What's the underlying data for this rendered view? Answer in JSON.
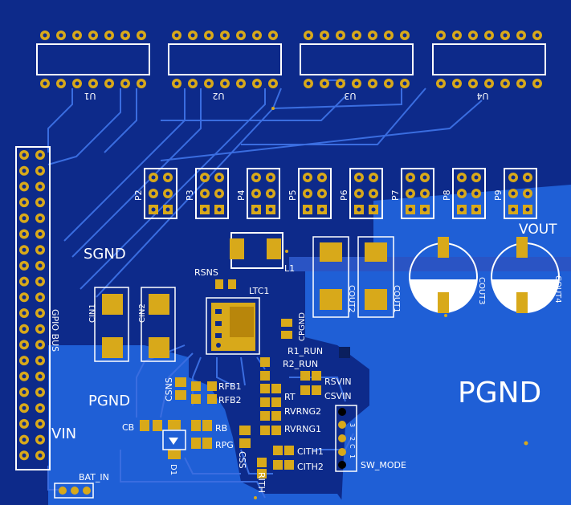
{
  "board": {
    "bg_color": "#0d2a8a",
    "pour_color": "#1f5fd6",
    "trace_color": "#3a6de0",
    "pad_color": "#d8a91a",
    "silk_color": "#ffffff"
  },
  "ics": [
    "U1",
    "U2",
    "U3",
    "U4"
  ],
  "headers": [
    "P2",
    "P3",
    "P4",
    "P5",
    "P6",
    "P7",
    "P8",
    "P9"
  ],
  "net_labels": {
    "sgnd": "SGND",
    "pgnd": "PGND",
    "pgnd_big": "PGND",
    "vin": "VIN",
    "vout": "VOUT",
    "gpio_bus": "GPIO BUS",
    "bat_in": "BAT_IN",
    "sw_mode": "SW_MODE"
  },
  "components": {
    "rsns": "RSNS",
    "l1": "L1",
    "ltc1": "LTC1",
    "cpgnd": "CPGND",
    "cin1": "CIN1",
    "cin2": "CIN2",
    "cout1": "COUT1",
    "cout2": "COUT2",
    "cout3": "COUT3",
    "cout4": "COUT4",
    "r1_run": "R1_RUN",
    "r2_run": "R2_RUN",
    "rsvin": "RSVIN",
    "csvin": "CSVIN",
    "rfb1": "RFB1",
    "rfb2": "RFB2",
    "rt": "RT",
    "rvrng2": "RVRNG2",
    "rvrng1": "RVRNG1",
    "csns": "CSNS",
    "cb": "CB",
    "rb": "RB",
    "rpg": "RPG",
    "css": "CSS",
    "d1": "D1",
    "cith1": "CITH1",
    "cith2": "CITH2",
    "rith": "RITH"
  },
  "sw_mode_pins": [
    "3",
    "2",
    "C",
    "1"
  ]
}
